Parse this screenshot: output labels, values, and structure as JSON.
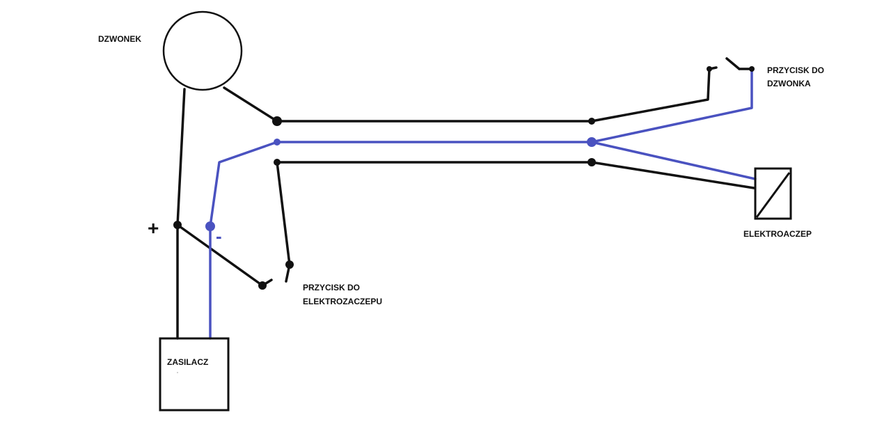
{
  "labels": {
    "bell": "DZWONEK",
    "bell_button_line1": "PRZYCISK DO",
    "bell_button_line2": "DZWONKA",
    "strike": "ELEKTROACZEP",
    "strike_button_line1": "PRZYCISK DO",
    "strike_button_line2": "ELEKTROZACZEPU",
    "power_supply": "ZASILACZ",
    "plus": "+",
    "minus": "-"
  },
  "colors": {
    "black_wire": "#111111",
    "blue_wire": "#4a52c0",
    "background": "#ffffff"
  }
}
